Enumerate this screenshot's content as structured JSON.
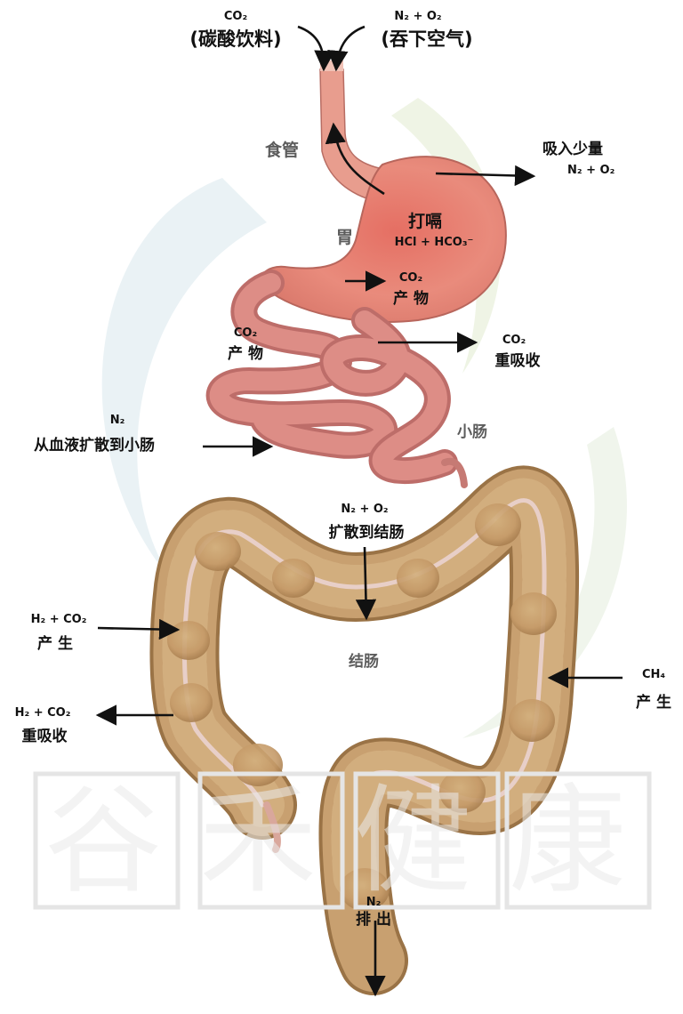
{
  "labels": {
    "top_left_formula": "CO₂",
    "top_left_note": "(碳酸饮料)",
    "top_right_formula": "N₂ + O₂",
    "top_right_note": "(吞下空气)",
    "esophagus": "食管",
    "stomach": "胃",
    "absorb_note": "吸入少量",
    "absorb_formula": "N₂ + O₂",
    "burp": "打嗝",
    "burp_formula": "HCl + HCO₃⁻",
    "stomach_co2_formula": "CO₂",
    "stomach_co2_note": "产 物",
    "si_co2_formula": "CO₂",
    "si_co2_note": "产 物",
    "reabsorb_co2_formula": "CO₂",
    "reabsorb_co2_note": "重吸收",
    "blood_n2_formula": "N₂",
    "blood_n2_note": "从血液扩散到小肠",
    "small_intestine": "小肠",
    "colon_diffuse_formula": "N₂ + O₂",
    "colon_diffuse_note": "扩散到结肠",
    "h2co2_produce_formula": "H₂ + CO₂",
    "h2co2_produce_note": "产 生",
    "colon": "结肠",
    "ch4_formula": "CH₄",
    "ch4_note": "产 生",
    "h2co2_reabsorb_formula": "H₂ + CO₂",
    "h2co2_reabsorb_note": "重吸收",
    "n2_exit_formula": "N₂",
    "n2_exit_note": "排 出",
    "watermark": "谷禾健康"
  },
  "colors": {
    "stomach": "#e58577",
    "stomach_dark": "#c95e55",
    "intestine": "#dc8a83",
    "colon": "#c8a070",
    "colon_band": "#e8cfc8",
    "arrow": "#111111",
    "background_emblem": "#e8f1f4"
  }
}
